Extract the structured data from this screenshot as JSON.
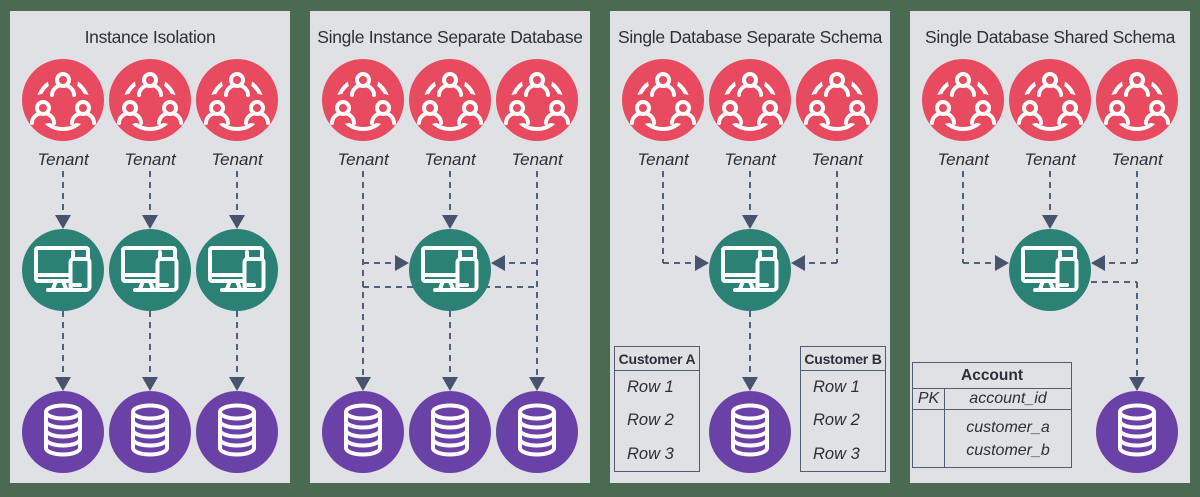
{
  "colors": {
    "background": "#4a6b52",
    "panel_background": "#dfe1e5",
    "tenant_circle": "#e84a5f",
    "app_circle": "#2a8174",
    "database_circle": "#6a41a6",
    "connector_line": "#50617e",
    "arrowhead": "#46546e",
    "table_border": "#4f5e75",
    "text": "#2b3038"
  },
  "icons": {
    "tenant": "tenant-group-icon",
    "app": "devices-icon",
    "database": "database-icon"
  },
  "panels": [
    {
      "title": "Instance Isolation",
      "tenant_labels": [
        "Tenant",
        "Tenant",
        "Tenant"
      ]
    },
    {
      "title": "Single Instance Separate Database",
      "tenant_labels": [
        "Tenant",
        "Tenant",
        "Tenant"
      ]
    },
    {
      "title": "Single Database Separate Schema",
      "tenant_labels": [
        "Tenant",
        "Tenant",
        "Tenant"
      ],
      "tables": [
        {
          "header": "Customer A",
          "rows": [
            "Row 1",
            "Row 2",
            "Row 3"
          ]
        },
        {
          "header": "Customer B",
          "rows": [
            "Row 1",
            "Row 2",
            "Row 3"
          ]
        }
      ]
    },
    {
      "title": "Single Database Shared Schema",
      "tenant_labels": [
        "Tenant",
        "Tenant",
        "Tenant"
      ],
      "schema_table": {
        "header": "Account",
        "pk_label": "PK",
        "pk_field": "account_id",
        "fields": [
          "customer_a",
          "customer_b"
        ]
      }
    }
  ]
}
